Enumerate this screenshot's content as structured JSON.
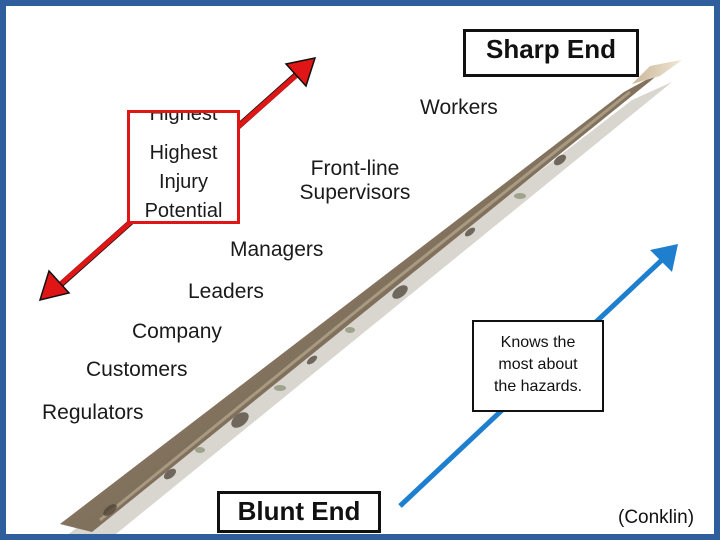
{
  "diagram": {
    "sharp_end": "Sharp End",
    "blunt_end": "Blunt End",
    "injury_box": {
      "ghost_text": "Highest",
      "lines": [
        "Highest",
        "Injury",
        "Potential"
      ]
    },
    "hierarchy": {
      "workers": "Workers",
      "front_line": [
        "Front-line",
        "Supervisors"
      ],
      "managers": "Managers",
      "leaders": "Leaders",
      "company": "Company",
      "customers": "Customers",
      "regulators": "Regulators"
    },
    "knows_box": {
      "lines": [
        "Knows the",
        "most about",
        "the hazards."
      ]
    },
    "credit": "(Conklin)"
  },
  "colors": {
    "frame": "#2e5f9c",
    "red_arrow": "#e01616",
    "blue_arrow": "#1f7fcf",
    "stick": "#8a7a63"
  },
  "icons": {
    "stick": "wooden-stick-image",
    "red_arrow": "double-headed-diagonal-arrow",
    "blue_arrow": "diagonal-arrow-up-right"
  }
}
